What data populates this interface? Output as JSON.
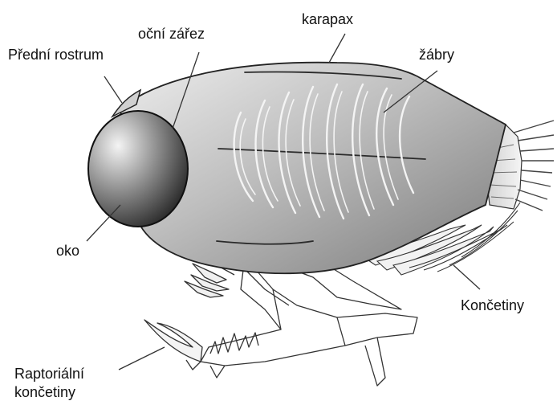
{
  "labels": {
    "predni_rostrum": "Přední rostrum",
    "ocni_zarez": "oční zářez",
    "karapax": "karapax",
    "zabry": "žábry",
    "oko": "oko",
    "koncetiny": "Končetiny",
    "raptorialni_line1": "Raptoriální",
    "raptorialni_line2": "končetiny"
  },
  "colors": {
    "outline": "#222222",
    "body_light": "#e8e8e8",
    "body_dark": "#8a8a8a",
    "eye_light": "#f0f0f0",
    "eye_dark": "#2a2a2a",
    "gill": "#f2f2f2",
    "leader_line": "#333333"
  }
}
